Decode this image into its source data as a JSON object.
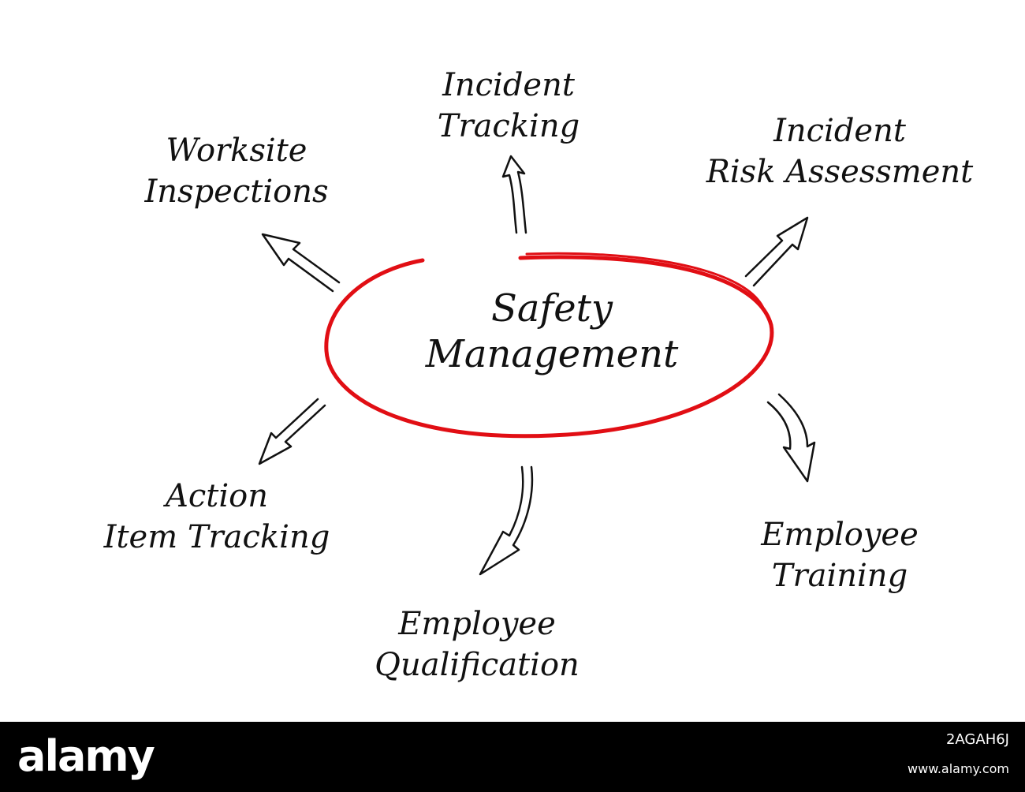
{
  "diagram": {
    "accent_color": "#e10e14",
    "ink_color": "#111111",
    "center": {
      "line1": "Safety",
      "line2": "Management"
    },
    "nodes": {
      "incident_tracking": {
        "line1": "Incident",
        "line2": "Tracking"
      },
      "worksite_inspections": {
        "line1": "Worksite",
        "line2": "Inspections"
      },
      "incident_risk_assessment": {
        "line1": "Incident",
        "line2": "Risk Assessment"
      },
      "action_item_tracking": {
        "line1": "Action",
        "line2": "Item Tracking"
      },
      "employee_qualification": {
        "line1": "Employee",
        "line2": "Qualification"
      },
      "employee_training": {
        "line1": "Employee",
        "line2": "Training"
      }
    }
  },
  "footer": {
    "brand": "alamy",
    "image_id": "2AGAH6J",
    "url": "www.alamy.com"
  }
}
